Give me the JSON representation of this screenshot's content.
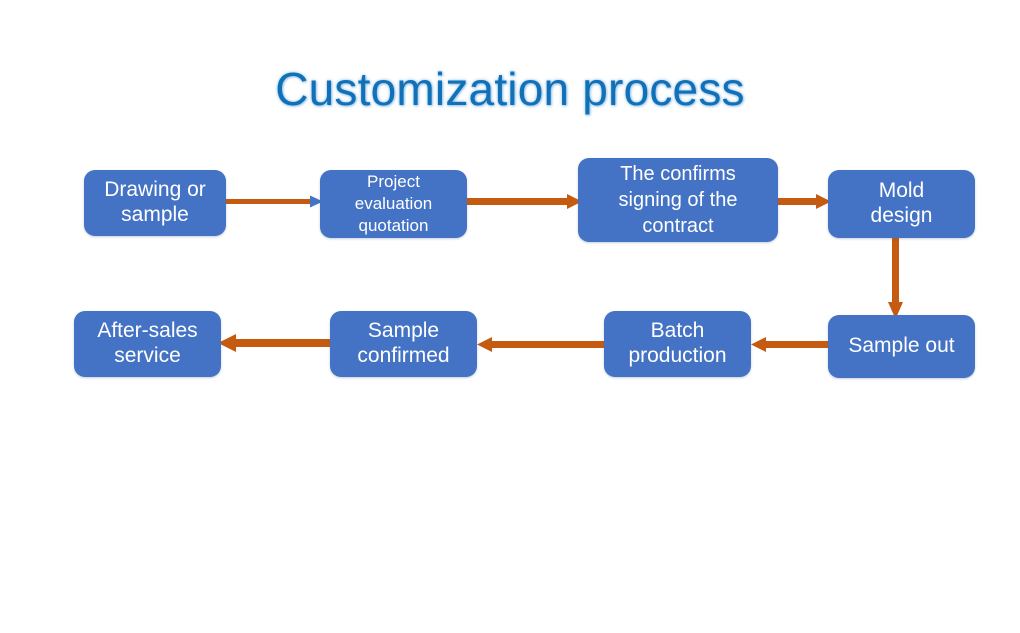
{
  "slide": {
    "title": "Customization process",
    "background_color": "#FFFFFF",
    "title_color": "#1071B8",
    "node_fill_color": "#4472C4",
    "node_text_color": "#FFFFFF",
    "arrow_color": "#C55A11"
  },
  "diagram": {
    "type": "flowchart",
    "orientation": "serpentine-two-rows",
    "nodes": [
      {
        "id": "n1",
        "label": "Drawing or\nsample",
        "row": 1,
        "order": 1
      },
      {
        "id": "n2",
        "label": "Project\nevaluation\nquotation",
        "row": 1,
        "order": 2
      },
      {
        "id": "n3",
        "label": "The confirms\nsigning of the\ncontract",
        "row": 1,
        "order": 3
      },
      {
        "id": "n4",
        "label": "Mold\ndesign",
        "row": 1,
        "order": 4
      },
      {
        "id": "n5",
        "label": "Sample out",
        "row": 2,
        "order": 1
      },
      {
        "id": "n6",
        "label": "Batch\nproduction",
        "row": 2,
        "order": 2
      },
      {
        "id": "n7",
        "label": "Sample\nconfirmed",
        "row": 2,
        "order": 3
      },
      {
        "id": "n8",
        "label": "After-sales\nservice",
        "row": 2,
        "order": 4
      }
    ],
    "edges": [
      {
        "from": "n1",
        "to": "n2",
        "direction": "right"
      },
      {
        "from": "n2",
        "to": "n3",
        "direction": "right"
      },
      {
        "from": "n3",
        "to": "n4",
        "direction": "right"
      },
      {
        "from": "n4",
        "to": "n5",
        "direction": "down"
      },
      {
        "from": "n5",
        "to": "n6",
        "direction": "left"
      },
      {
        "from": "n6",
        "to": "n7",
        "direction": "left"
      },
      {
        "from": "n7",
        "to": "n8",
        "direction": "left"
      }
    ]
  }
}
